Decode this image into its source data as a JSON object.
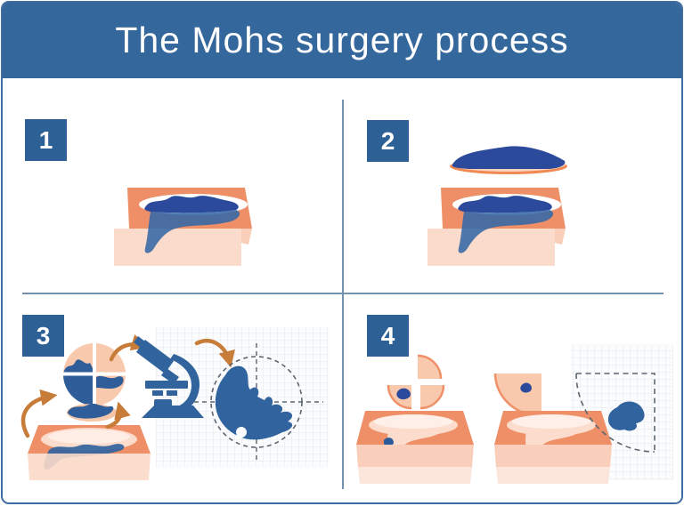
{
  "header": {
    "title": "The Mohs surgery process"
  },
  "panels": [
    {
      "number": "1"
    },
    {
      "number": "2"
    },
    {
      "number": "3"
    },
    {
      "number": "4"
    }
  ],
  "colors": {
    "header_bg": "#34679b",
    "frame_border": "#3d6da0",
    "badge_bg": "#2d6095",
    "divider": "#7491ad",
    "tumor_dark_blue": "#2b4a9c",
    "tumor_steel_blue": "#31639e",
    "skin_salmon": "#ef8f67",
    "skin_light": "#f9cfbc",
    "skin_pale": "#f8c9ad",
    "skin_rim": "#ee8a52",
    "crater": "#fcddcd",
    "arrow_orange": "#c87c3a",
    "grid_line": "#e4e9ee",
    "dash_gray": "#5c6670",
    "text_white": "#ffffff"
  },
  "icons": [
    "microscope-icon",
    "curved-arrow-icon",
    "specimen-map-circle",
    "dashed-map-circle",
    "dashed-quadrant-outline"
  ]
}
